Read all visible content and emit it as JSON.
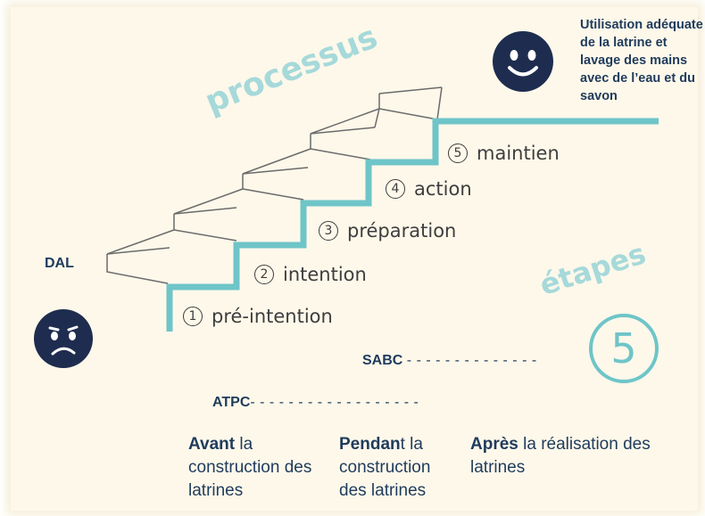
{
  "steps": [
    {
      "num": "1",
      "label": "pré-intention"
    },
    {
      "num": "2",
      "label": "intention"
    },
    {
      "num": "3",
      "label": "préparation"
    },
    {
      "num": "4",
      "label": "action"
    },
    {
      "num": "5",
      "label": "maintien"
    }
  ],
  "processus_word": "processus",
  "etapes_word": "étapes",
  "etapes_count": "5",
  "start_label": "DAL",
  "outcome_text": "Utilisation adéquate de la latrine et lavage des mains avec de l’eau et du savon",
  "sabc": {
    "label": "SABC",
    "dashes": "- - - - - - - - - - - - - -"
  },
  "atpc": {
    "label": "ATPC",
    "dashes": "- - - - - - - - - - - - - - - - - -"
  },
  "phases": [
    {
      "bold": "Avant",
      "rest": " la construction des latrines"
    },
    {
      "bold": "Pendan",
      "rest": "t la construction des latrines"
    },
    {
      "bold": "Après",
      "rest": " la réalisation des latrines"
    }
  ],
  "colors": {
    "teal": "#6ec5c8",
    "teal_light": "#a6d9da",
    "navy": "#1f3b5c",
    "face": "#1e2d4f",
    "background": "#fdf8ea"
  },
  "icons": {
    "start": "sad-face-icon",
    "end": "happy-face-icon"
  }
}
